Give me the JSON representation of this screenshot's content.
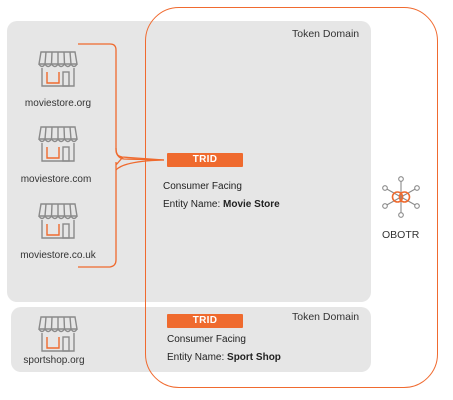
{
  "token_domain_top": {
    "label": "Token Domain"
  },
  "token_domain_bottom": {
    "label": "Token Domain"
  },
  "stores": [
    {
      "label": "moviestore.org"
    },
    {
      "label": "moviestore.com"
    },
    {
      "label": "moviestore.co.uk"
    }
  ],
  "sport_store": {
    "label": "sportshop.org"
  },
  "trid_top": {
    "badge": "TRID",
    "line1": "Consumer Facing",
    "entity_prefix": "Entity Name: ",
    "entity_name": "Movie Store"
  },
  "trid_bottom": {
    "badge": "TRID",
    "line1": "Consumer Facing",
    "entity_prefix": "Entity Name: ",
    "entity_name": "Sport Shop"
  },
  "obotr": {
    "label": "OBOTR"
  },
  "colors": {
    "accent": "#ef6a2e",
    "panel": "#e6e6e6",
    "icon": "#8a8a8a"
  }
}
